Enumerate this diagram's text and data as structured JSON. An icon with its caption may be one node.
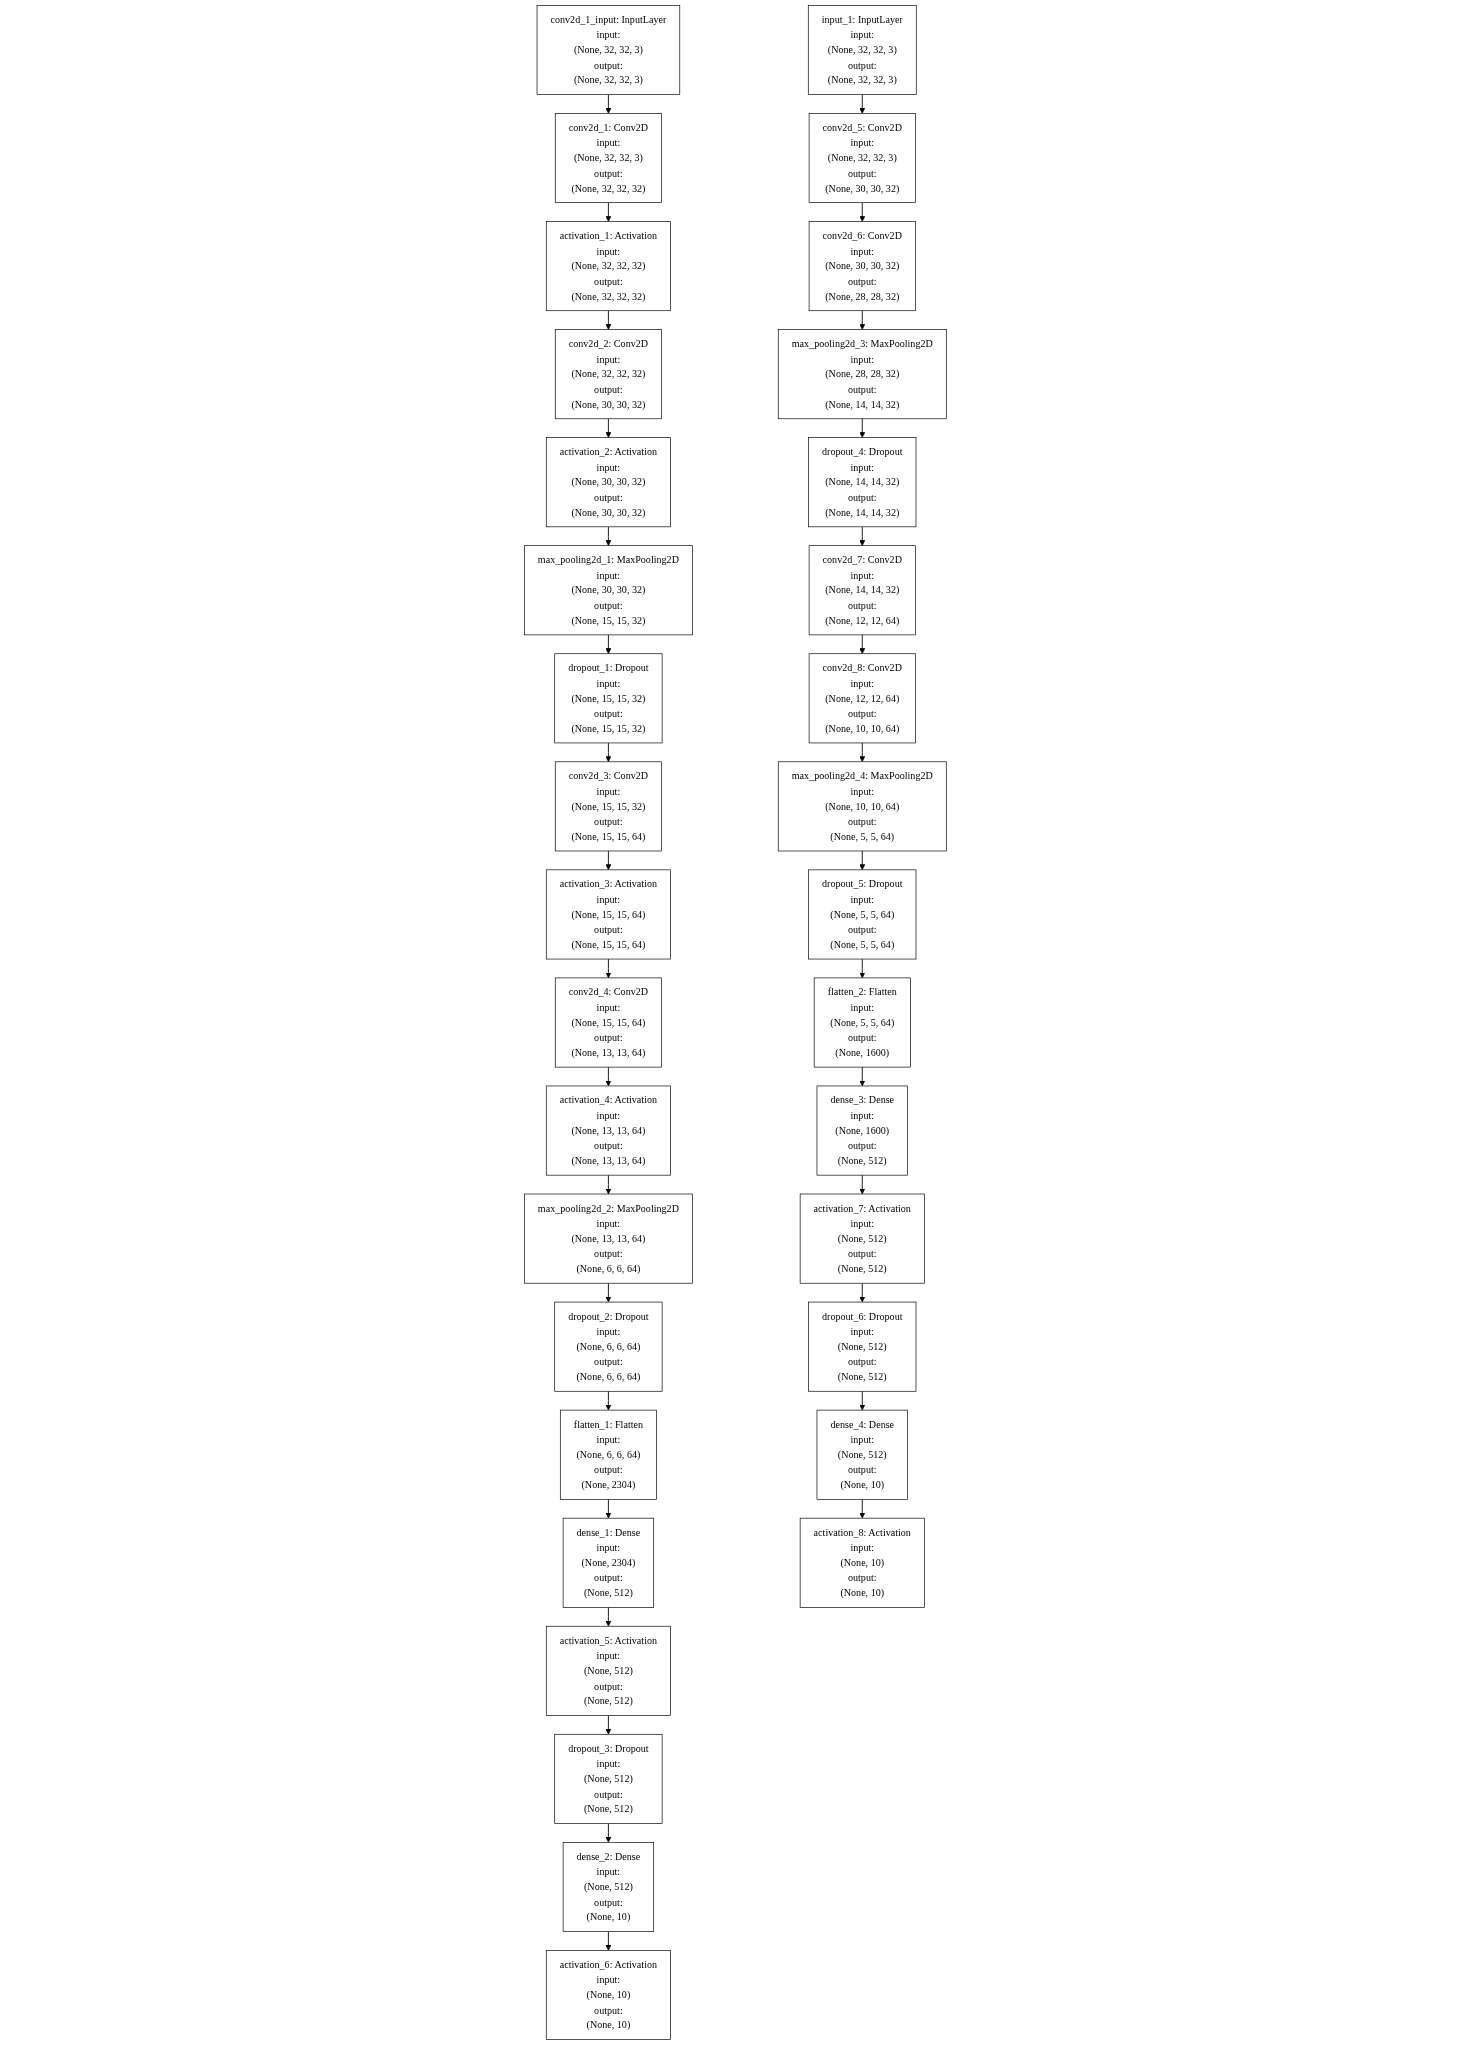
{
  "diagram": {
    "nodes": [
      {
        "text": [
          "conv2d_1_input: InputLayer",
          "input:",
          "(None, 32, 32, 3)",
          "output:",
          "(None, 32, 32, 3)"
        ]
      },
      {
        "text": [
          "conv2d_1: Conv2D",
          "input:",
          "(None, 32, 32, 3)",
          "output:",
          "(None, 32, 32, 32)"
        ]
      },
      {
        "text": [
          "activation_1: Activation",
          "input:",
          "(None, 32, 32, 32)",
          "output:",
          "(None, 32, 32, 32)"
        ]
      },
      {
        "text": [
          "conv2d_2: Conv2D",
          "input:",
          "(None, 32, 32, 32)",
          "output:",
          "(None, 30, 30, 32)"
        ]
      },
      {
        "text": [
          "activation_2: Activation",
          "input:",
          "(None, 30, 30, 32)",
          "output:",
          "(None, 30, 30, 32)"
        ]
      },
      {
        "text": [
          "max_pooling2d_1: MaxPooling2D",
          "input:",
          "(None, 30, 30, 32)",
          "output:",
          "(None, 15, 15, 32)"
        ]
      },
      {
        "text": [
          "dropout_1: Dropout",
          "input:",
          "(None, 15, 15, 32)",
          "output:",
          "(None, 15, 15, 32)"
        ]
      },
      {
        "text": [
          "conv2d_3: Conv2D",
          "input:",
          "(None, 15, 15, 32)",
          "output:",
          "(None, 15, 15, 64)"
        ]
      },
      {
        "text": [
          "activation_3: Activation",
          "input:",
          "(None, 15, 15, 64)",
          "output:",
          "(None, 15, 15, 64)"
        ]
      },
      {
        "text": [
          "conv2d_4: Conv2D",
          "input:",
          "(None, 15, 15, 64)",
          "output:",
          "(None, 13, 13, 64)"
        ]
      },
      {
        "text": [
          "activation_4: Activation",
          "input:",
          "(None, 13, 13, 64)",
          "output:",
          "(None, 13, 13, 64)"
        ]
      },
      {
        "text": [
          "max_pooling2d_2: MaxPooling2D",
          "input:",
          "(None, 13, 13, 64)",
          "output:",
          "(None, 6, 6, 64)"
        ]
      },
      {
        "text": [
          "dropout_2: Dropout",
          "input:",
          "(None, 6, 6, 64)",
          "output:",
          "(None, 6, 6, 64)"
        ]
      },
      {
        "text": [
          "flatten_1: Flatten",
          "input:",
          "(None, 6, 6, 64)",
          "output:",
          "(None, 2304)"
        ]
      },
      {
        "text": [
          "dense_1: Dense",
          "input:",
          "(None, 2304)",
          "output:",
          "(None, 512)"
        ]
      },
      {
        "text": [
          "activation_5: Activation",
          "input:",
          "(None, 512)",
          "output:",
          "(None, 512)"
        ]
      },
      {
        "text": [
          "dropout_3: Dropout",
          "input:",
          "(None, 512)",
          "output:",
          "(None, 512)"
        ]
      },
      {
        "text": [
          "dense_2: Dense",
          "input:",
          "(None, 512)",
          "output:",
          "(None, 10)"
        ]
      },
      {
        "text": [
          "activation_6: Activation",
          "input:",
          "(None, 10)",
          "output:",
          "(None, 10)"
        ]
      },
      {
        "text": [
          "input_1: InputLayer",
          "input:",
          "(None, 32, 32, 3)",
          "output:",
          "(None, 32, 32, 3)"
        ]
      },
      {
        "text": [
          "conv2d_5: Conv2D",
          "input:",
          "(None, 32, 32, 3)",
          "output:",
          "(None, 30, 30, 32)"
        ]
      },
      {
        "text": [
          "conv2d_6: Conv2D",
          "input:",
          "(None, 30, 30, 32)",
          "output:",
          "(None, 28, 28, 32)"
        ]
      },
      {
        "text": [
          "max_pooling2d_3: MaxPooling2D",
          "input:",
          "(None, 28, 28, 32)",
          "output:",
          "(None, 14, 14, 32)"
        ]
      },
      {
        "text": [
          "dropout_4: Dropout",
          "input:",
          "(None, 14, 14, 32)",
          "output:",
          "(None, 14, 14, 32)"
        ]
      },
      {
        "text": [
          "conv2d_7: Conv2D",
          "input:",
          "(None, 14, 14, 32)",
          "output:",
          "(None, 12, 12, 64)"
        ]
      },
      {
        "text": [
          "conv2d_8: Conv2D",
          "input:",
          "(None, 12, 12, 64)",
          "output:",
          "(None, 10, 10, 64)"
        ]
      },
      {
        "text": [
          "max_pooling2d_4: MaxPooling2D",
          "input:",
          "(None, 10, 10, 64)",
          "output:",
          "(None, 5, 5, 64)"
        ]
      },
      {
        "text": [
          "dropout_5: Dropout",
          "input:",
          "(None, 5, 5, 64)",
          "output:",
          "(None, 5, 5, 64)"
        ]
      },
      {
        "text": [
          "flatten_2: Flatten",
          "input:",
          "(None, 5, 5, 64)",
          "output:",
          "(None, 1600)"
        ]
      },
      {
        "text": [
          "dense_3: Dense",
          "input:",
          "(None, 1600)",
          "output:",
          "(None, 512)"
        ]
      },
      {
        "text": [
          "activation_7: Activation",
          "input:",
          "(None, 512)",
          "output:",
          "(None, 512)"
        ]
      },
      {
        "text": [
          "dropout_6: Dropout",
          "input:",
          "(None, 512)",
          "output:",
          "(None, 512)"
        ]
      },
      {
        "text": [
          "dense_4: Dense",
          "input:",
          "(None, 512)",
          "output:",
          "(None, 10)"
        ]
      },
      {
        "text": [
          "activation_8: Activation",
          "input:",
          "(None, 10)",
          "output:",
          "(None, 10)"
        ]
      }
    ],
    "edges": [
      {
        "from": 0,
        "to": 1,
        "arrow": "to"
      },
      {
        "from": 1,
        "to": 2,
        "arrow": "to"
      },
      {
        "from": 2,
        "to": 3,
        "arrow": "to"
      },
      {
        "from": 3,
        "to": 4,
        "arrow": "to"
      },
      {
        "from": 4,
        "to": 5,
        "arrow": "to"
      },
      {
        "from": 5,
        "to": 6,
        "arrow": "to"
      },
      {
        "from": 6,
        "to": 7,
        "arrow": "to"
      },
      {
        "from": 7,
        "to": 8,
        "arrow": "to"
      },
      {
        "from": 8,
        "to": 9,
        "arrow": "to"
      },
      {
        "from": 9,
        "to": 10,
        "arrow": "to"
      },
      {
        "from": 10,
        "to": 11,
        "arrow": "to"
      },
      {
        "from": 11,
        "to": 12,
        "arrow": "to"
      },
      {
        "from": 12,
        "to": 13,
        "arrow": "to"
      },
      {
        "from": 13,
        "to": 14,
        "arrow": "to"
      },
      {
        "from": 14,
        "to": 15,
        "arrow": "to"
      },
      {
        "from": 15,
        "to": 16,
        "arrow": "to"
      },
      {
        "from": 16,
        "to": 17,
        "arrow": "to"
      },
      {
        "from": 17,
        "to": 18,
        "arrow": "to"
      },
      {
        "from": 19,
        "to": 20,
        "arrow": "to"
      },
      {
        "from": 20,
        "to": 21,
        "arrow": "to"
      },
      {
        "from": 21,
        "to": 22,
        "arrow": "to"
      },
      {
        "from": 22,
        "to": 23,
        "arrow": "to"
      },
      {
        "from": 23,
        "to": 24,
        "arrow": "to"
      },
      {
        "from": 24,
        "to": 25,
        "arrow": "to"
      },
      {
        "from": 25,
        "to": 26,
        "arrow": "to"
      },
      {
        "from": 26,
        "to": 27,
        "arrow": "to"
      },
      {
        "from": 27,
        "to": 28,
        "arrow": "to"
      },
      {
        "from": 28,
        "to": 29,
        "arrow": "to"
      },
      {
        "from": 29,
        "to": 30,
        "arrow": "to"
      },
      {
        "from": 30,
        "to": 31,
        "arrow": "to"
      },
      {
        "from": 31,
        "to": 32,
        "arrow": "to"
      },
      {
        "from": 32,
        "to": 33,
        "arrow": "to"
      }
    ]
  }
}
